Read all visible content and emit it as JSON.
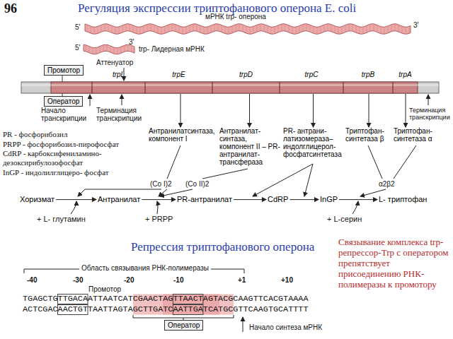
{
  "diagram": {
    "title": "Регуляция экспрессии триптофанового оперона E. coli",
    "nodes": [
      {
        "text": [
          "Промотор"
        ]
      },
      {
        "text": [
          "trpL"
        ]
      },
      {
        "text": [
          "trpE"
        ]
      },
      {
        "text": [
          "trpD"
        ]
      },
      {
        "text": [
          "trpC"
        ]
      },
      {
        "text": [
          "trpB"
        ]
      },
      {
        "text": [
          "trpA"
        ]
      },
      {
        "text": [
          "Оператор"
        ]
      },
      {
        "text": [
          "Антранилатсинтаза, компонент I"
        ]
      },
      {
        "text": [
          "Антранилат-синтаза, компонент II – PR-антранилат-трансфераза"
        ]
      },
      {
        "text": [
          "PR- антрани-латизомераза– индолглицерол-фосфатсинтетаза"
        ]
      },
      {
        "text": [
          "Триптофан-синтетаза β"
        ]
      },
      {
        "text": [
          "Триптофан-синтетаза α"
        ]
      },
      {
        "text": [
          "Хоризмат"
        ]
      },
      {
        "text": [
          "Антранилат"
        ]
      },
      {
        "text": [
          "PR-антранилат"
        ]
      },
      {
        "text": [
          "CdRP"
        ]
      },
      {
        "text": [
          "InGP"
        ]
      },
      {
        "text": [
          "L- триптофан"
        ]
      },
      {
        "text": [
          "Оператор"
        ]
      }
    ],
    "edges": [
      {
        "from": 2,
        "to": 8,
        "arrow": "to"
      },
      {
        "from": 3,
        "to": 9,
        "arrow": "to"
      },
      {
        "from": 4,
        "to": 10,
        "arrow": "to"
      },
      {
        "from": 5,
        "to": 11,
        "arrow": "to"
      },
      {
        "from": 6,
        "to": 12,
        "arrow": "to"
      },
      {
        "from": 13,
        "to": 14,
        "arrow": "to"
      },
      {
        "from": 14,
        "to": 15,
        "arrow": "to"
      },
      {
        "from": 15,
        "to": 16,
        "arrow": "to"
      },
      {
        "from": 16,
        "to": 17,
        "arrow": "to"
      },
      {
        "from": 17,
        "to": 18,
        "arrow": "to"
      }
    ],
    "labels": [
      "96",
      "мРНК trp- оперона",
      "5'",
      "3'",
      "5'",
      "3'",
      "trp- Лидерная мРНК",
      "Аттенуатор",
      "Начало транскрипции",
      "Терминация транскрипции",
      "Терминация транскрипции",
      "PR - фосфорибозил",
      "PRPP - фосфорибозил-пирофосфат",
      "CdRP - карбоксифениламино-дезоксирибулозофосфат",
      "InGP - индолилглицеро- фосфат",
      "(Co I)2",
      "(Co II)2",
      "α2β2",
      "+ L- глутамин",
      "+ PRPP",
      "+ L-серин",
      "Репрессия триптофанового оперона",
      "Связывание комплекса trp-репрессор-Trp с оператором препятствует присоединению РНК-полимеразы к промотору",
      "Область связывания РНК-полимеразы",
      "-40",
      "-30",
      "-20",
      "-10",
      "+1",
      "+10",
      "Промотор",
      "TGAGCTGTTGACAATTAATCATCGAACTAGTTAACTAGTACGCAAGTTCACGTAAAA",
      "ACTCGACAACTGTTAATTAGTAGCTTGATCAATTGATCATGCGTTCAAGTGCATTTT",
      "Начало синтеза мРНК"
    ]
  }
}
